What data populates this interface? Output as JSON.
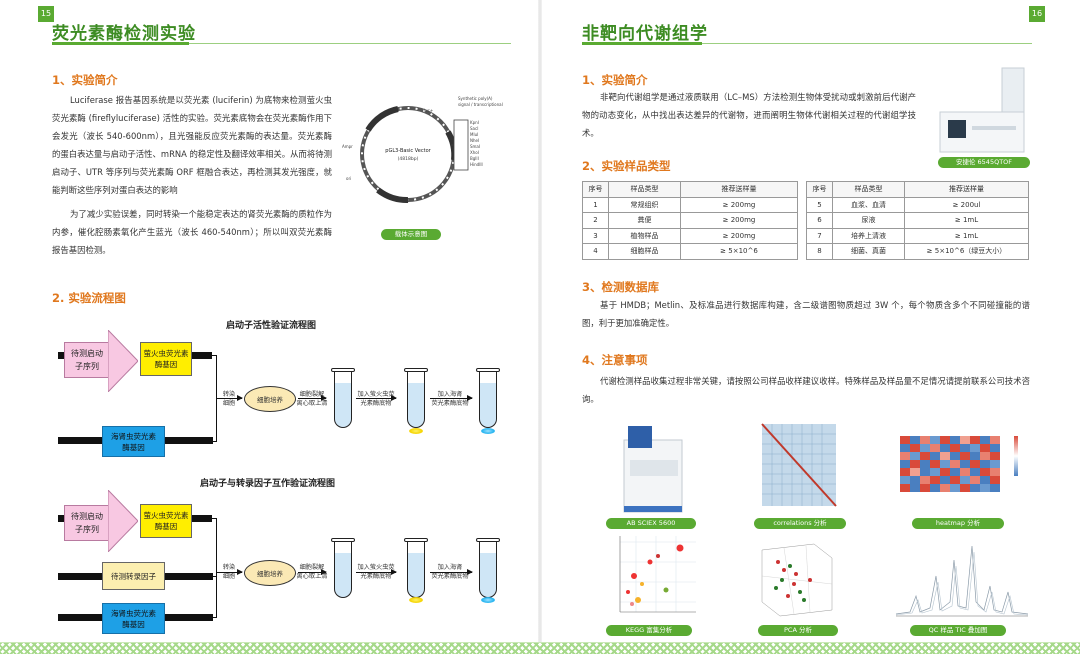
{
  "left": {
    "page_number": "15",
    "title": "荧光素酶检测实验",
    "intro": {
      "heading": "1、实验简介",
      "para1": "Luciferase 报告基因系统是以荧光素 (luciferin) 为底物来检测萤火虫荧光素酶 (fireflyluciferase) 活性的实验。荧光素底物会在荧光素酶作用下会发光（波长 540-600nm），且光强能反应荧光素酶的表达量。荧光素酶的蛋白表达量与启动子活性、mRNA 的稳定性及翻译效率相关。从而将待测启动子、UTR 等序列与荧光素酶 ORF 框融合表达，再检测其发光强度，就能判断这些序列对蛋白表达的影响",
      "para2": "为了减少实验误差，同时转染一个能稳定表达的肾荧光素酶的质粒作为内参，催化腔肠素氧化产生蓝光（波长 460-540nm）；所以叫双荧光素酶报告基因检测。",
      "vector_label": "pGL3-Basic Vector",
      "vector_caption": "载体示意图"
    },
    "flow": {
      "heading": "2. 实验流程图",
      "chart1_title": "启动子活性验证流程图",
      "chart2_title": "启动子与转录因子互作验证流程图",
      "promoter": "待测启动子序列",
      "firefly": "萤火虫荧光素酶基因",
      "renilla": "海肾虫荧光素酶基因",
      "tf": "待测转录因子",
      "transfect_1": "转染",
      "transfect_2": "细胞",
      "culture": "细胞培养",
      "lysis_1": "细胞裂解",
      "lysis_2": "离心取上清",
      "add_firefly_1": "加入萤火虫荧",
      "add_firefly_2": "光素酶底物",
      "add_renilla_1": "加入海肾",
      "add_renilla_2": "荧光素酶底物"
    }
  },
  "right": {
    "page_number": "16",
    "title": "非靶向代谢组学",
    "intro": {
      "heading": "1、实验简介",
      "text": "非靶向代谢组学是通过液质联用（LC–MS）方法检测生物体受扰动或刺激前后代谢产物的动态变化，从中找出表达差异的代谢物，进而阐明生物体代谢相关过程的代谢组学技术。",
      "instrument_caption": "安捷伦 6545QTOF"
    },
    "samples": {
      "heading": "2、实验样品类型",
      "headers": [
        "序号",
        "样品类型",
        "推荐送样量"
      ],
      "left_rows": [
        [
          "1",
          "常规组织",
          "≥ 200mg"
        ],
        [
          "2",
          "粪便",
          "≥ 200mg"
        ],
        [
          "3",
          "植物样品",
          "≥ 200mg"
        ],
        [
          "4",
          "细胞样品",
          "≥ 5×10^6"
        ]
      ],
      "right_rows": [
        [
          "5",
          "血浆、血清",
          "≥ 200ul"
        ],
        [
          "6",
          "尿液",
          "≥ 1mL"
        ],
        [
          "7",
          "培养上清液",
          "≥ 1mL"
        ],
        [
          "8",
          "细菌、真菌",
          "≥ 5×10^6（绿豆大小）"
        ]
      ]
    },
    "database": {
      "heading": "3、检测数据库",
      "text": "基于 HMDB；Metlin、及标准品进行数据库构建，含二级谱图物质超过 3W 个，每个物质含多个不同碰撞能的谱图，利于更加准确定性。"
    },
    "notes": {
      "heading": "4、注意事项",
      "text": "代谢检测样品收集过程非常关键，请按照公司样品收样建议收样。特殊样品及样品量不足情况请提前联系公司技术咨询。"
    },
    "gallery": [
      "AB SCIEX 5600",
      "correlations 分析",
      "heatmap 分析",
      "KEGG 富集分析",
      "PCA 分析",
      "QC 样品 TIC 叠加图"
    ]
  }
}
